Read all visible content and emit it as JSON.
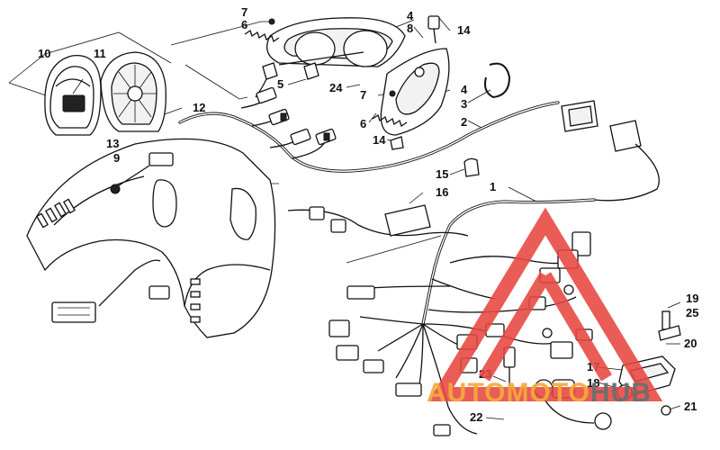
{
  "diagram": {
    "callouts": [
      {
        "id": "c1",
        "label": "1"
      },
      {
        "id": "c2",
        "label": "2"
      },
      {
        "id": "c3",
        "label": "3"
      },
      {
        "id": "c4a",
        "label": "4"
      },
      {
        "id": "c4b",
        "label": "4"
      },
      {
        "id": "c5",
        "label": "5"
      },
      {
        "id": "c6a",
        "label": "6"
      },
      {
        "id": "c6b",
        "label": "6"
      },
      {
        "id": "c7a",
        "label": "7"
      },
      {
        "id": "c7b",
        "label": "7"
      },
      {
        "id": "c8",
        "label": "8"
      },
      {
        "id": "c9",
        "label": "9"
      },
      {
        "id": "c10",
        "label": "10"
      },
      {
        "id": "c11",
        "label": "11"
      },
      {
        "id": "c12",
        "label": "12"
      },
      {
        "id": "c13",
        "label": "13"
      },
      {
        "id": "c14a",
        "label": "14"
      },
      {
        "id": "c14b",
        "label": "14"
      },
      {
        "id": "c15",
        "label": "15"
      },
      {
        "id": "c16",
        "label": "16"
      },
      {
        "id": "c17",
        "label": "17"
      },
      {
        "id": "c18",
        "label": "18"
      },
      {
        "id": "c19",
        "label": "19"
      },
      {
        "id": "c20",
        "label": "20"
      },
      {
        "id": "c21",
        "label": "21"
      },
      {
        "id": "c22",
        "label": "22"
      },
      {
        "id": "c23",
        "label": "23"
      },
      {
        "id": "c24",
        "label": "24"
      },
      {
        "id": "c25",
        "label": "25"
      }
    ],
    "watermark": {
      "text_main": "AUTOMOTO",
      "text_tail": "HUB",
      "main_color": "#f2a93b",
      "tail_color": "#6d6d6d",
      "triangle_color": "#e8463f"
    }
  }
}
